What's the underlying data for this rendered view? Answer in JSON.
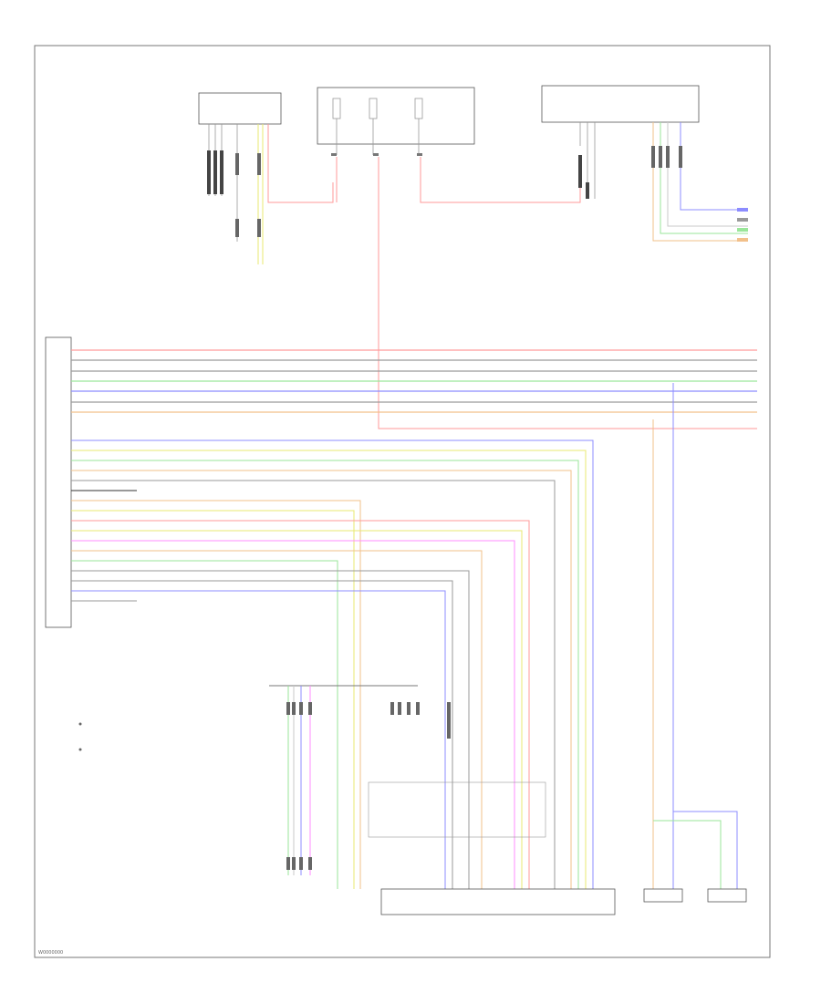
{
  "frame": {
    "corner_code": "W0000000"
  },
  "components": {
    "top_left_module": {
      "label": "",
      "sublabel": ""
    },
    "fuse_block": {
      "label": "",
      "note": ""
    },
    "front_module": {
      "label": "",
      "sublabel": ""
    },
    "control_unit": {
      "label": ""
    },
    "ext_connector_left": {
      "label": ""
    },
    "ext_connector_right": {
      "label": ""
    },
    "right_speaker_a": {
      "label": ""
    },
    "right_speaker_b": {
      "label": ""
    }
  },
  "legend": {
    "items": [
      "",
      ""
    ]
  },
  "colors": {
    "red": "#ff9a9a",
    "gray": "#9a9a9a",
    "blue": "#8c8cff",
    "green": "#9ae69a",
    "yellow": "#e8e870",
    "orange": "#f2c08a",
    "magenta": "#ff8cff",
    "black": "#333333",
    "lightgray": "#c8c8c8"
  },
  "bus_rows": [
    {
      "color": "red"
    },
    {
      "color": "gray"
    },
    {
      "color": "gray"
    },
    {
      "color": "green"
    },
    {
      "color": "blue"
    },
    {
      "color": "gray"
    },
    {
      "color": "orange"
    }
  ],
  "right_bundle": [
    {
      "color": "blue"
    },
    {
      "color": "gray"
    },
    {
      "color": "green"
    },
    {
      "color": "orange"
    }
  ],
  "lower_rows": [
    {
      "color": "blue"
    },
    {
      "color": "yellow"
    },
    {
      "color": "green"
    },
    {
      "color": "orange"
    },
    {
      "color": "gray"
    },
    {
      "color": "black"
    },
    {
      "color": "orange"
    },
    {
      "color": "yellow"
    },
    {
      "color": "red"
    },
    {
      "color": "yellow"
    },
    {
      "color": "magenta"
    },
    {
      "color": "orange"
    },
    {
      "color": "green"
    },
    {
      "color": "gray"
    },
    {
      "color": "gray"
    },
    {
      "color": "blue"
    },
    {
      "color": "gray"
    }
  ]
}
